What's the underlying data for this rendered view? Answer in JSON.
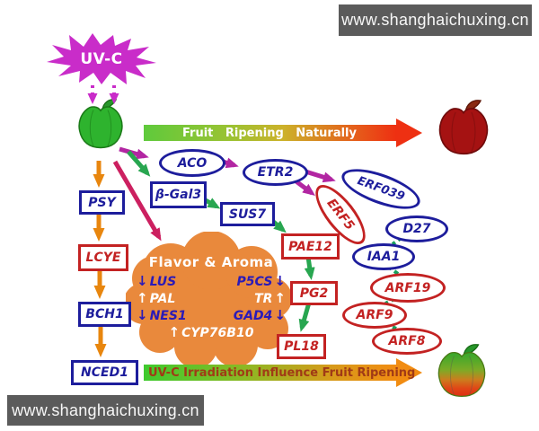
{
  "watermark_top": "www.shanghaichuxing.cn",
  "watermark_bottom": "www.shanghaichuxing.cn",
  "uvc_burst": "UV-C",
  "flow_arrows": {
    "natural": "Fruit Ripening Naturally",
    "uvc": "UV-C Irradiation Influence Fruit Ripening"
  },
  "nodes": {
    "psy": "PSY",
    "lcye": "LCYE",
    "bch1": "BCH1",
    "nced1": "NCED1",
    "aco": "ACO",
    "etr2": "ETR2",
    "erf039": "ERF039",
    "erf5": "ERF5",
    "bgal3": "β-Gal3",
    "sus7": "SUS7",
    "pae12": "PAE12",
    "pg2": "PG2",
    "pl18": "PL18",
    "d27": "D27",
    "iaa1": "IAA1",
    "arf19": "ARF19",
    "arf9": "ARF9",
    "arf8": "ARF8"
  },
  "cloud": {
    "title": "Flavor & Aroma",
    "rows": [
      {
        "left_arrow": "↓",
        "left": "LUS",
        "right": "P5CS",
        "right_arrow": "↓"
      },
      {
        "left_arrow": "↑",
        "left": "PAL",
        "right": "TR",
        "right_arrow": "↑"
      },
      {
        "left_arrow": "↓",
        "left": "NES1",
        "right": "GAD4",
        "right_arrow": "↓"
      },
      {
        "center_arrow": "↑",
        "center": "CYP76B10"
      }
    ]
  },
  "colors": {
    "banner_bg": "#5b5b5b",
    "burst_magenta": "#c92cc9",
    "arrow_magenta": "#b226a2",
    "arrow_crimson": "#cc2060",
    "arrow_green": "#28a650",
    "arrow_orange": "#e8860e",
    "dashed_link_green": "#16a05c",
    "node_blue": "#1d1d9c",
    "node_red": "#c32222",
    "cloud_orange": "#e9893c",
    "natural_arrow_text": "#ffffff",
    "uvc_arrow_text": "#a03a16"
  }
}
